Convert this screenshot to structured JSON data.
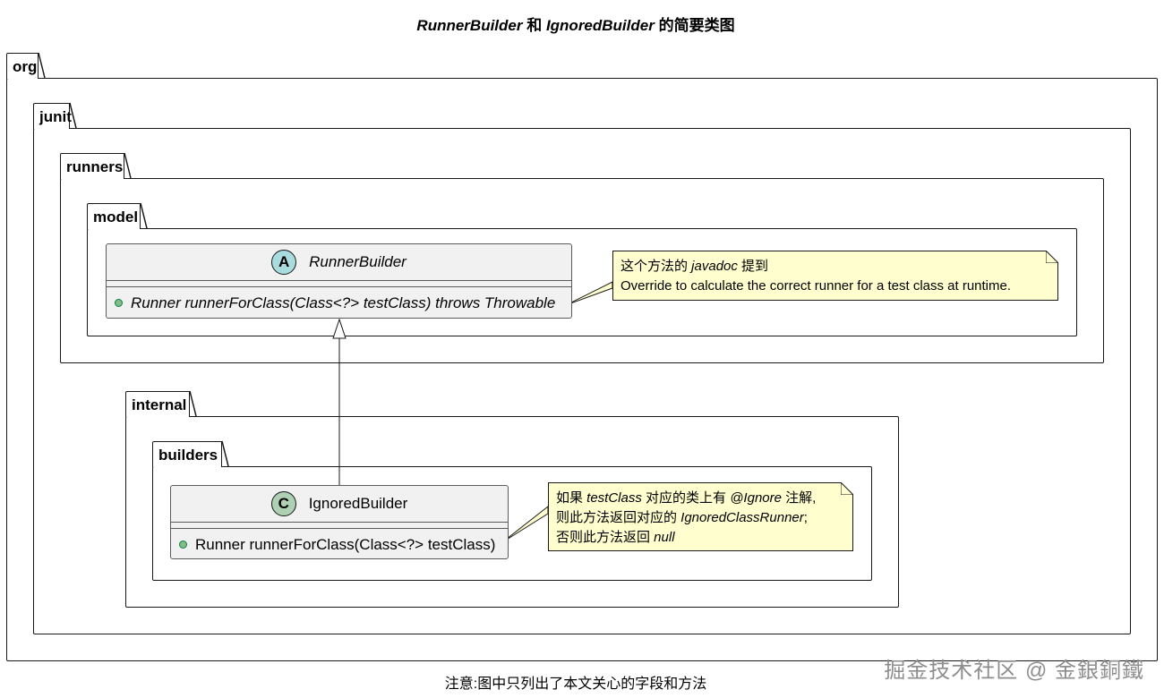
{
  "title": {
    "part1": "RunnerBuilder",
    "part2": " 和 ",
    "part3": "IgnoredBuilder",
    "part4": " 的简要类图"
  },
  "packages": {
    "org": "org",
    "junit": "junit",
    "runners": "runners",
    "model": "model",
    "internal": "internal",
    "builders": "builders"
  },
  "runner_builder": {
    "stereotype": "A",
    "name": "RunnerBuilder",
    "method": "Runner runnerForClass(Class<?> testClass) throws Throwable"
  },
  "ignored_builder": {
    "stereotype": "C",
    "name": "IgnoredBuilder",
    "method": "Runner runnerForClass(Class<?> testClass)"
  },
  "note1": {
    "l1a": "这个方法的 ",
    "l1b": "javadoc",
    "l1c": " 提到",
    "l2": "Override to calculate the correct runner for a test class at runtime."
  },
  "note2": {
    "l1a": "如果 ",
    "l1b": "testClass",
    "l1c": " 对应的类上有 ",
    "l1d": "@Ignore",
    "l1e": " 注解,",
    "l2a": "则此方法返回对应的 ",
    "l2b": "IgnoredClassRunner",
    "l2c": ";",
    "l3a": "否则此方法返回 ",
    "l3b": "null"
  },
  "footer": "注意:图中只列出了本文关心的字段和方法",
  "watermark": "掘金技术社区 @ 金銀銅鐵",
  "colors": {
    "class_fill": "#f1f1f1",
    "abstract_badge": "#a9dcdf",
    "class_badge": "#add1b2",
    "note_fill": "#fefece",
    "visibility_dot": "#84be84"
  }
}
